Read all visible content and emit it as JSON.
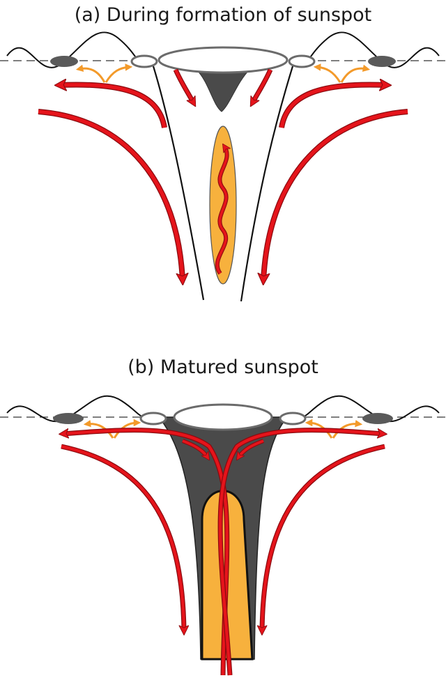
{
  "panels": [
    {
      "id": "a",
      "title": "(a) During formation of sunspot"
    },
    {
      "id": "b",
      "title": "(b) Matured sunspot"
    }
  ],
  "colors": {
    "flow_arrow": "#e5141b",
    "flow_arrow_stroke": "#8b0a0f",
    "small_arrow": "#f39a2a",
    "spot_dark": "#4a4a4a",
    "rising_tube": "#f7b13d",
    "surface_line": "#333333"
  }
}
